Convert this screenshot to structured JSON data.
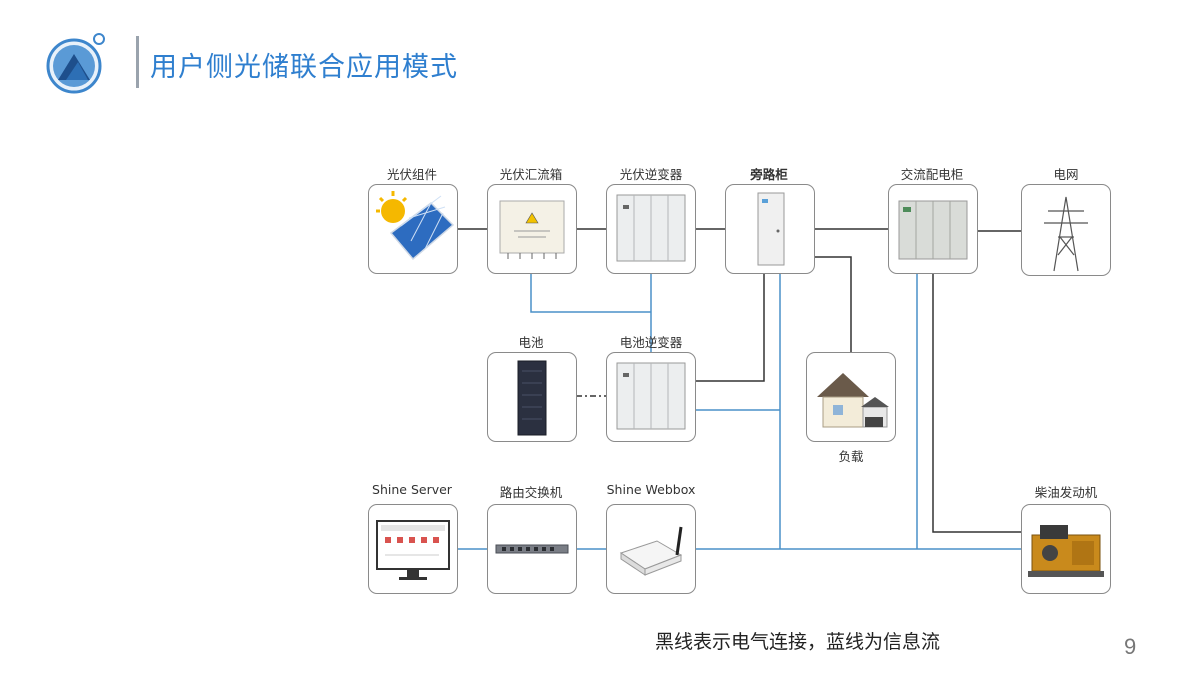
{
  "header": {
    "title": "用户侧光储联合应用模式"
  },
  "nodes": {
    "pv_module": "光伏组件",
    "combiner_box": "光伏汇流箱",
    "pv_inverter": "光伏逆变器",
    "bypass_cabinet": "旁路柜",
    "ac_distribution": "交流配电柜",
    "grid": "电网",
    "battery": "电池",
    "battery_inverter": "电池逆变器",
    "load": "负载",
    "shine_server": "Shine Server",
    "router": "路由交换机",
    "shine_webbox": "Shine Webbox",
    "diesel_generator": "柴油发动机"
  },
  "legend": {
    "text": "黑线表示电气连接，蓝线为信息流"
  },
  "page_number": "9",
  "colors": {
    "title": "#2f7fcf",
    "electric_line": "#333333",
    "info_line": "#4a90c8",
    "box_border": "#8a8a8a"
  }
}
